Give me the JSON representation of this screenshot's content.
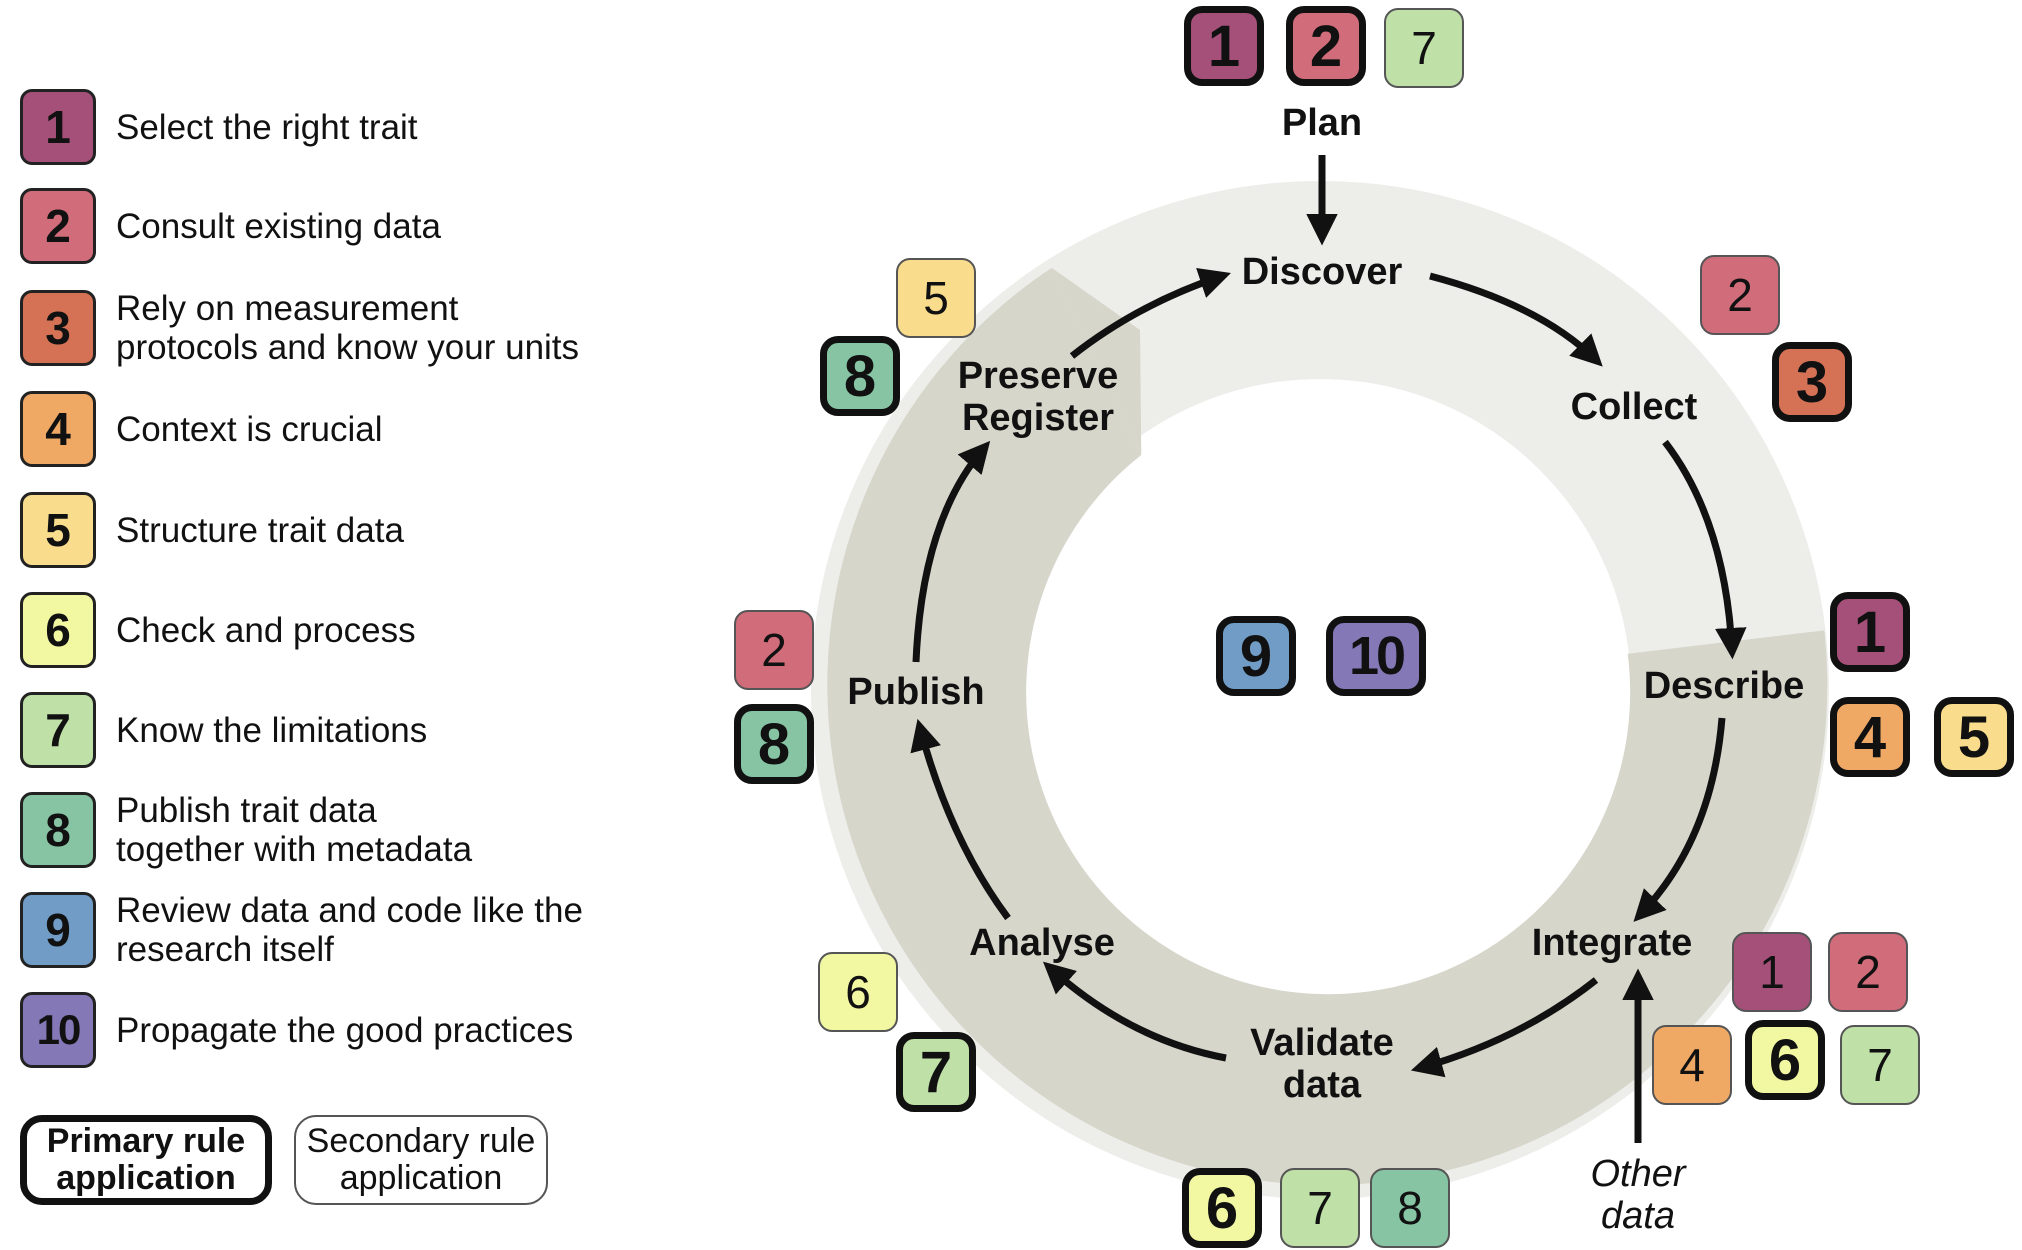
{
  "colors": {
    "1": "#a45079",
    "2": "#d16c7a",
    "3": "#d57255",
    "4": "#f0a965",
    "5": "#f9dd8c",
    "6": "#f2f7a2",
    "7": "#bfe1a8",
    "8": "#86c4a4",
    "9": "#709cc6",
    "10": "#8478b7",
    "ring_light": "#ededea",
    "ring_dark": "#d7d6cb"
  },
  "legend": [
    {
      "num": "1",
      "text": "Select the right trait"
    },
    {
      "num": "2",
      "text": "Consult existing data"
    },
    {
      "num": "3",
      "text": "Rely on measurement\nprotocols and know your units"
    },
    {
      "num": "4",
      "text": "Context is crucial"
    },
    {
      "num": "5",
      "text": "Structure trait data"
    },
    {
      "num": "6",
      "text": "Check and process"
    },
    {
      "num": "7",
      "text": "Know the limitations"
    },
    {
      "num": "8",
      "text": "Publish trait data\ntogether with metadata"
    },
    {
      "num": "9",
      "text": "Review data and code like the\nresearch itself"
    },
    {
      "num": "10",
      "text": "Propagate the good practices"
    }
  ],
  "key": {
    "primary": "Primary rule\napplication",
    "secondary": "Secondary rule\napplication"
  },
  "stages": {
    "plan": "Plan",
    "discover": "Discover",
    "collect": "Collect",
    "describe": "Describe",
    "integrate": "Integrate",
    "validate": "Validate\ndata",
    "analyse": "Analyse",
    "publish": "Publish",
    "preserve": "Preserve\nRegister",
    "other_data": "Other\ndata"
  },
  "badges": {
    "plan": [
      {
        "num": "1",
        "type": "primary"
      },
      {
        "num": "2",
        "type": "primary"
      },
      {
        "num": "7",
        "type": "secondary"
      }
    ],
    "collect": [
      {
        "num": "2",
        "type": "secondary"
      },
      {
        "num": "3",
        "type": "primary"
      }
    ],
    "describe": [
      {
        "num": "1",
        "type": "primary"
      },
      {
        "num": "4",
        "type": "primary"
      },
      {
        "num": "5",
        "type": "primary"
      }
    ],
    "integrate": [
      {
        "num": "1",
        "type": "secondary"
      },
      {
        "num": "2",
        "type": "secondary"
      },
      {
        "num": "4",
        "type": "secondary"
      },
      {
        "num": "6",
        "type": "primary"
      },
      {
        "num": "7",
        "type": "secondary"
      }
    ],
    "validate": [
      {
        "num": "6",
        "type": "primary"
      },
      {
        "num": "7",
        "type": "secondary"
      },
      {
        "num": "8",
        "type": "secondary"
      }
    ],
    "analyse": [
      {
        "num": "6",
        "type": "secondary"
      },
      {
        "num": "7",
        "type": "primary"
      }
    ],
    "publish": [
      {
        "num": "2",
        "type": "secondary"
      },
      {
        "num": "8",
        "type": "primary"
      }
    ],
    "preserve": [
      {
        "num": "5",
        "type": "secondary"
      },
      {
        "num": "8",
        "type": "primary"
      }
    ],
    "center": [
      {
        "num": "9",
        "type": "primary"
      },
      {
        "num": "10",
        "type": "primary"
      }
    ]
  }
}
